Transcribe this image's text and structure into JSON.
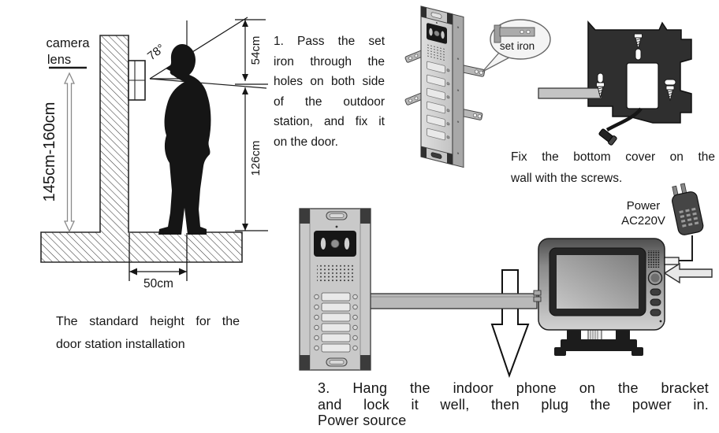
{
  "left_diagram": {
    "camera_label": "camera",
    "lens_label": "lens",
    "height_range_label": "145cm-160cm",
    "angle_label": "78°",
    "upper_dim_label": "54cm",
    "lower_dim_label": "126cm",
    "width_dim_label": "50cm",
    "caption_lines": [
      "The standard height for the",
      "door station installation"
    ]
  },
  "step1_instruction": {
    "lines": [
      "1. Pass the set",
      "iron through the",
      "holes on both side",
      "of the outdoor",
      "station, and fix it",
      "on the door."
    ]
  },
  "set_iron_callout": {
    "label": "set iron"
  },
  "step2_instruction": {
    "lines": [
      "Fix the bottom cover on the",
      "wall with the screws."
    ]
  },
  "power_label": {
    "lines": [
      "Power",
      "AC220V"
    ]
  },
  "step3_instruction": {
    "lines": [
      "3. Hang the indoor phone on the bracket",
      "and lock it well, then plug the power in.",
      "Power source"
    ]
  },
  "colors": {
    "ink": "#1a1a1a",
    "illustration_gray": "#c9c9c9",
    "dark_gray": "#2f2f2f"
  }
}
